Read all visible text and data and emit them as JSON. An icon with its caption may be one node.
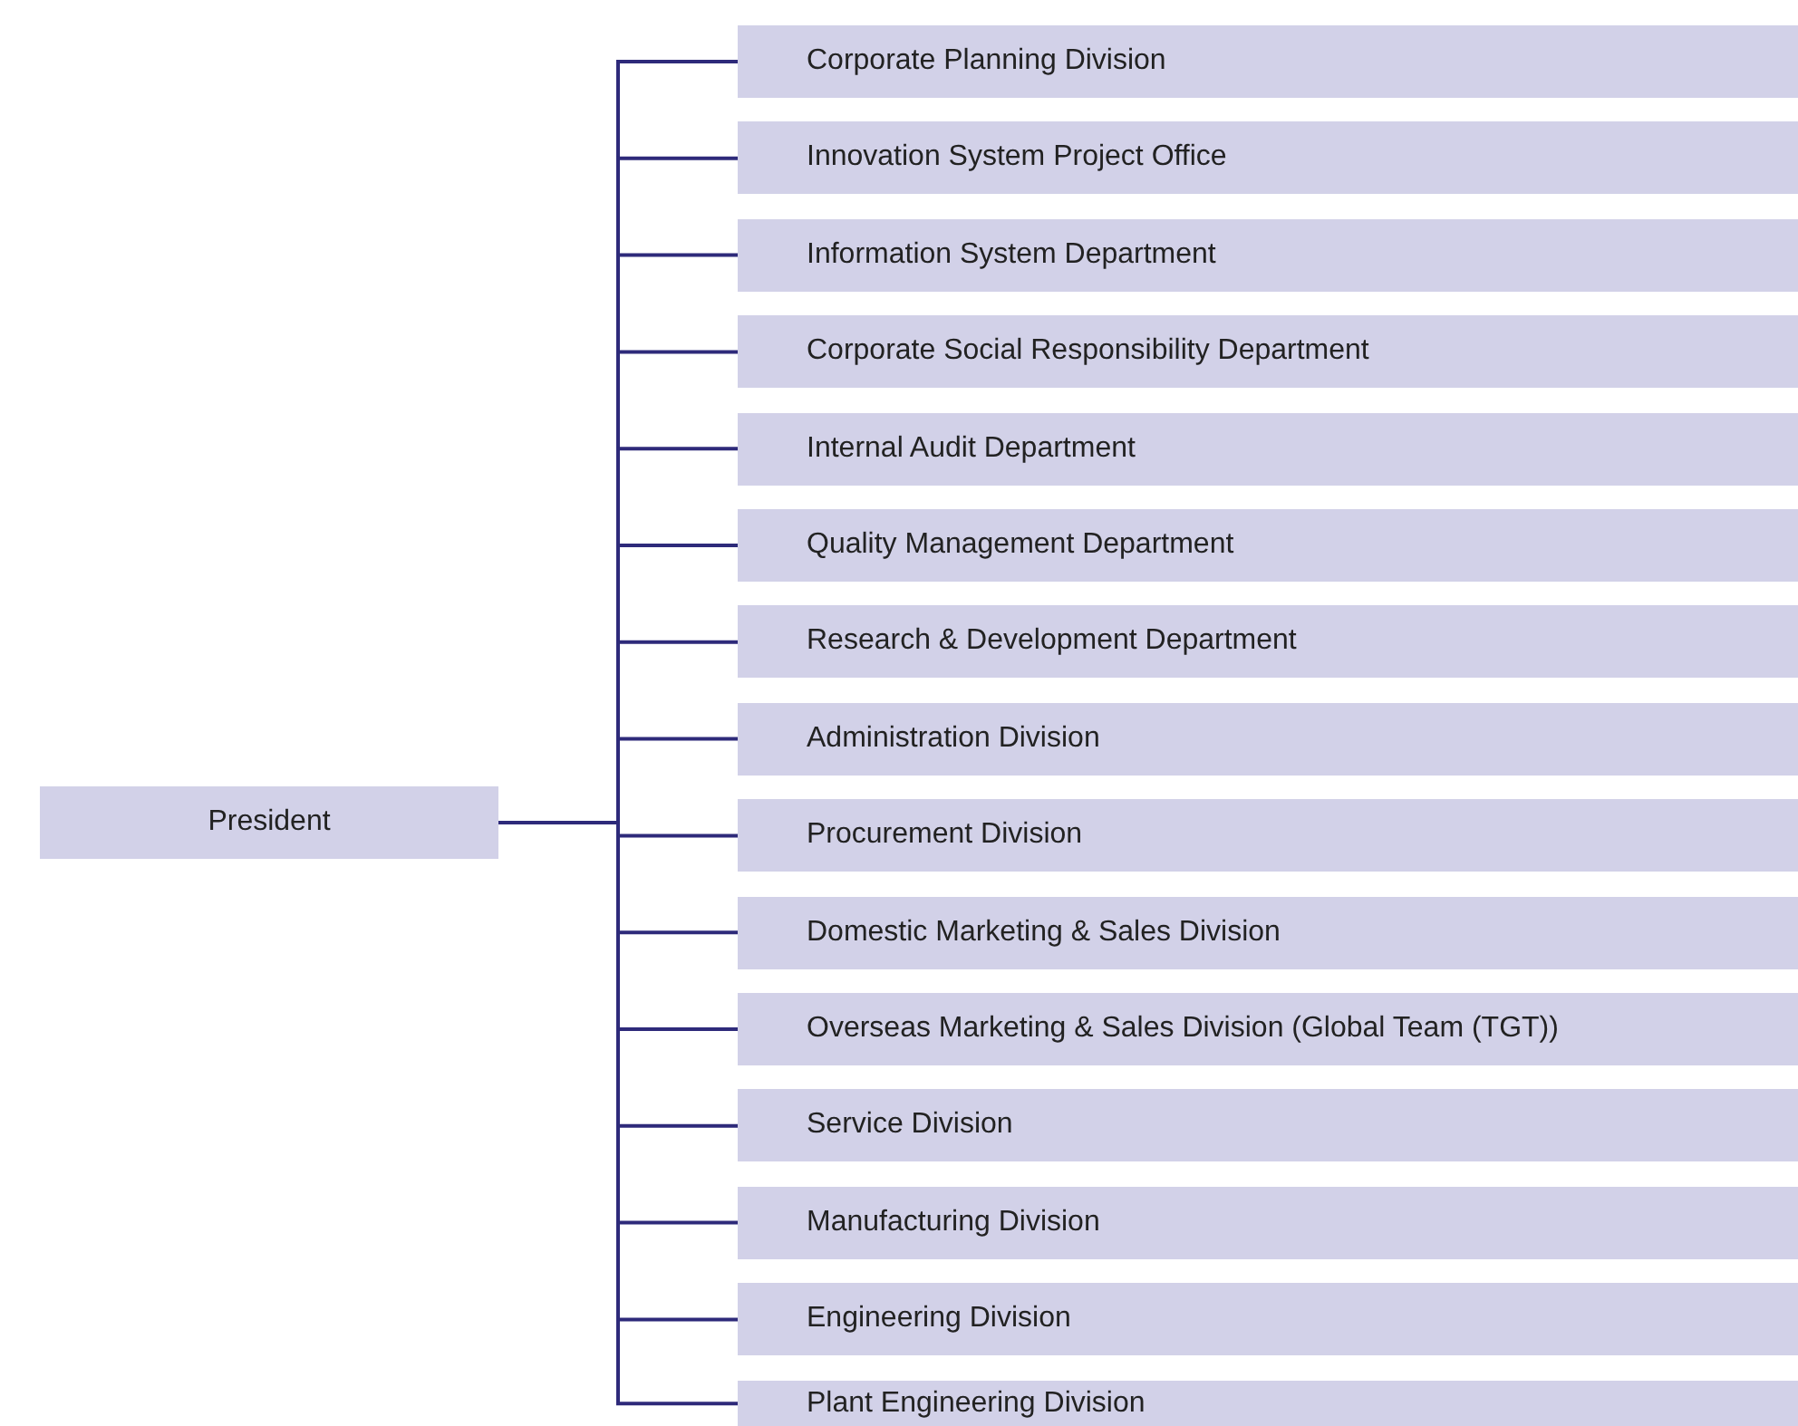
{
  "diagram": {
    "nodes": [
      {
        "text": [
          "President"
        ]
      },
      {
        "text": [
          "Corporate Planning Division"
        ]
      },
      {
        "text": [
          "Innovation System Project Office"
        ]
      },
      {
        "text": [
          "Information System Department"
        ]
      },
      {
        "text": [
          "Corporate Social Responsibility Department"
        ]
      },
      {
        "text": [
          "Internal Audit Department"
        ]
      },
      {
        "text": [
          "Quality Management Department"
        ]
      },
      {
        "text": [
          "Research & Development Department"
        ]
      },
      {
        "text": [
          "Administration Division"
        ]
      },
      {
        "text": [
          "Procurement Division"
        ]
      },
      {
        "text": [
          "Domestic Marketing & Sales Division"
        ]
      },
      {
        "text": [
          "Overseas Marketing & Sales Division (Global Team (TGT))"
        ]
      },
      {
        "text": [
          "Service Division"
        ]
      },
      {
        "text": [
          "Manufacturing Division"
        ]
      },
      {
        "text": [
          "Engineering Division"
        ]
      },
      {
        "text": [
          "Plant Engineering Division"
        ]
      }
    ],
    "edges": [
      {
        "from": 0,
        "to": 1,
        "arrow": "none"
      },
      {
        "from": 0,
        "to": 2,
        "arrow": "none"
      },
      {
        "from": 0,
        "to": 3,
        "arrow": "none"
      },
      {
        "from": 0,
        "to": 4,
        "arrow": "none"
      },
      {
        "from": 0,
        "to": 5,
        "arrow": "none"
      },
      {
        "from": 0,
        "to": 6,
        "arrow": "none"
      },
      {
        "from": 0,
        "to": 7,
        "arrow": "none"
      },
      {
        "from": 0,
        "to": 8,
        "arrow": "none"
      },
      {
        "from": 0,
        "to": 9,
        "arrow": "none"
      },
      {
        "from": 0,
        "to": 10,
        "arrow": "none"
      },
      {
        "from": 0,
        "to": 11,
        "arrow": "none"
      },
      {
        "from": 0,
        "to": 12,
        "arrow": "none"
      },
      {
        "from": 0,
        "to": 13,
        "arrow": "none"
      },
      {
        "from": 0,
        "to": 14,
        "arrow": "none"
      },
      {
        "from": 0,
        "to": 15,
        "arrow": "none"
      }
    ]
  }
}
